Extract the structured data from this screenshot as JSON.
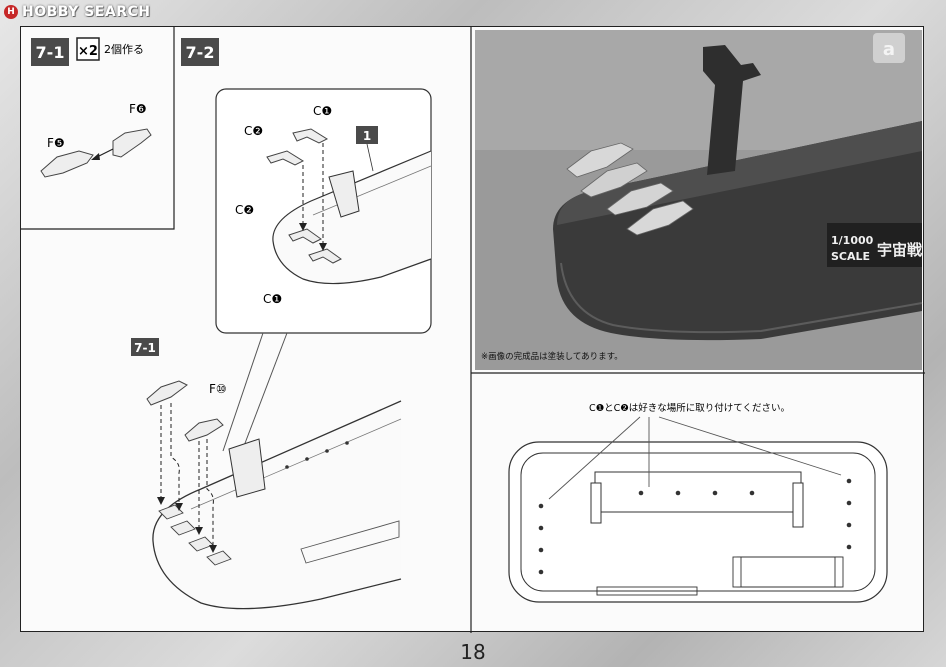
{
  "watermark": {
    "logo": "H",
    "text": "HOBBY SEARCH"
  },
  "step71": {
    "badge": "7-1",
    "mult": "×2",
    "note": "2個作る",
    "partF6": "F❻",
    "partF5": "F❺"
  },
  "step72": {
    "badge": "7-2",
    "partC1a": "C❶",
    "partC2a": "C❷",
    "partC2b": "C❷",
    "partC1b": "C❶",
    "ref1": "1"
  },
  "mainDiagram": {
    "ref71": "7-1",
    "partF10": "F⑩"
  },
  "photo": {
    "corner": "a",
    "scale": "1/1000",
    "scaleWord": "SCALE",
    "nameplate": "宇宙戦",
    "caption": "※画像の完成品は塗装してあります。"
  },
  "plan": {
    "note": "C❶とC❷は好きな場所に取り付けてください。"
  },
  "page": {
    "number": "18"
  }
}
